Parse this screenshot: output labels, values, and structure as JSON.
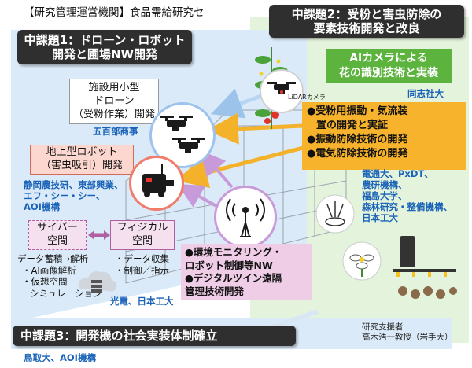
{
  "header": {
    "text": "【研究管理運営機関】食品需給研究セ"
  },
  "task1": {
    "title_line1": "中課題1：ドローン・ロボット",
    "title_line2": "開発と圃場NW開発"
  },
  "task2": {
    "title_line1": "中課題2：受粉と害虫防除の",
    "title_line2": "要素技術開発と改良"
  },
  "task3": {
    "title": "中課題3：開発機の社会実装体制確立"
  },
  "drone_box": {
    "line1": "施設用小型",
    "line2": "ドローン",
    "line3": "（受粉作業）開発",
    "org": "五百部商事"
  },
  "robot_box": {
    "line1": "地上型ロボット",
    "line2": "（害虫吸引）開発",
    "org_line1": "静岡農技研、東部興業、",
    "org_line2": "エフ・シー・シー、",
    "org_line3": "AOI機構"
  },
  "ai_box": {
    "line1": "AIカメラによる",
    "line2": "花の識別技術と実装",
    "org": "同志社大",
    "camera_label": "LiDARカメラ"
  },
  "orange_box": {
    "items": [
      "●受粉用振動・気流装",
      "置の開発と実証",
      "●振動防除技術の開発",
      "●電気防除技術の開発"
    ],
    "org_lines": [
      "電通大、PxDT、",
      "農研機構、",
      "福島大学、",
      "森林研究・整備機構、",
      "日本工大"
    ]
  },
  "cyber": {
    "box1_line1": "サイバー",
    "box1_line2": "空間",
    "box2_line1": "フィジカル",
    "box2_line2": "空間",
    "left_lines": [
      "データ蓄積→解析",
      "・AI画像解析",
      "・仮想空間",
      "シミュレーション"
    ],
    "right_lines": [
      "・データ収集",
      "・制御／指示"
    ],
    "org": "光電、日本工大"
  },
  "pink_box": {
    "items": [
      "●環境モニタリング・",
      "ロボット制御等NW",
      "●デジタルツイン遠隔",
      "管理技術開発"
    ]
  },
  "support": {
    "line1": "研究支援者",
    "line2": "高木浩一教授（岩手大）"
  },
  "task3_org": "鳥取大、AOI機構",
  "colors": {
    "arrow_blue": "#b8d6f3",
    "arrow_yellow": "#f3b22a",
    "arrow_purple": "#c99ad9",
    "title_bg": "#2f2f2f"
  }
}
